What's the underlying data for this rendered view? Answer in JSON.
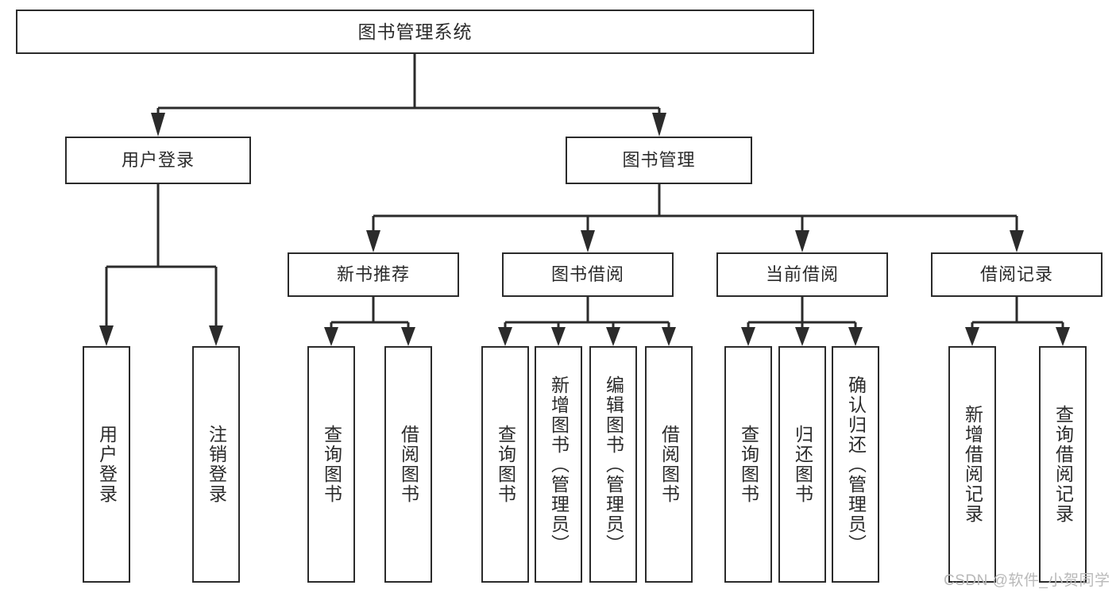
{
  "diagram": {
    "title": "图书管理系统",
    "type": "hierarchy-tree",
    "watermark": "CSDN @软件_小贺同学",
    "colors": {
      "border": "#2b2b2b",
      "background": "#ffffff",
      "edge": "#2b2b2b",
      "watermark": "#b9b9b9"
    },
    "nodes": {
      "root": {
        "label": "图书管理系统"
      },
      "level2": [
        {
          "label": "用户登录"
        },
        {
          "label": "图书管理"
        }
      ],
      "level3": [
        {
          "label": "新书推荐"
        },
        {
          "label": "图书借阅"
        },
        {
          "label": "当前借阅"
        },
        {
          "label": "借阅记录"
        }
      ],
      "leaves": {
        "user_login": [
          {
            "label": "用户登录"
          },
          {
            "label": "注销登录"
          }
        ],
        "new_book": [
          {
            "label": "查询图书"
          },
          {
            "label": "借阅图书"
          }
        ],
        "book_borrow": [
          {
            "label": "查询图书"
          },
          {
            "label": "新增图书（管理员）"
          },
          {
            "label": "编辑图书（管理员）"
          },
          {
            "label": "借阅图书"
          }
        ],
        "current_borrow": [
          {
            "label": "查询图书"
          },
          {
            "label": "归还图书"
          },
          {
            "label": "确认归还（管理员）"
          }
        ],
        "borrow_record": [
          {
            "label": "新增借阅记录"
          },
          {
            "label": "查询借阅记录"
          }
        ]
      }
    }
  }
}
